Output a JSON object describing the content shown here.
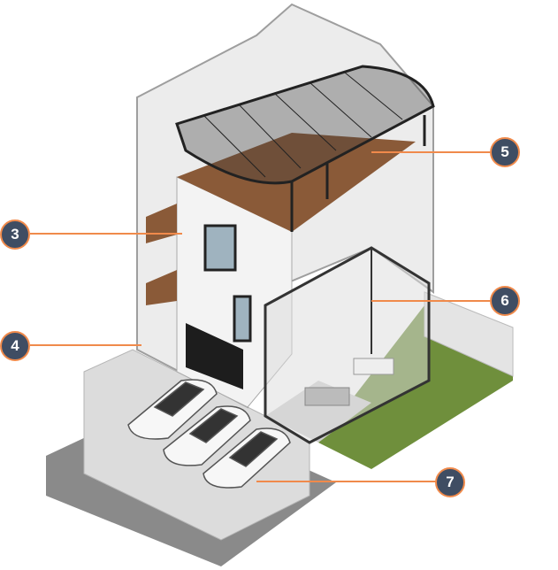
{
  "callouts": [
    {
      "number": "3",
      "target": "upper-floor-balcony"
    },
    {
      "number": "4",
      "target": "ground-floor-garage-door"
    },
    {
      "number": "5",
      "target": "roof-terrace-pergola"
    },
    {
      "number": "6",
      "target": "living-dining-room"
    },
    {
      "number": "7",
      "target": "carport"
    }
  ],
  "colors": {
    "badge_fill": "#3f4d63",
    "badge_border": "#f08a4b",
    "leader": "#f08a4b",
    "lawn": "#6f8f3c",
    "deck": "#8a5a38"
  }
}
